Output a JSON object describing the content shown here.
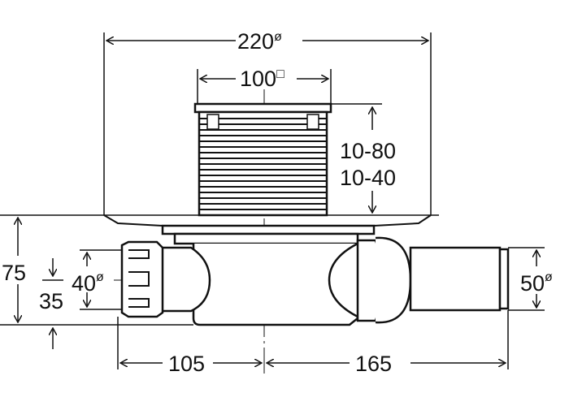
{
  "dimensions": {
    "top_diameter": "220",
    "grate_size": "100",
    "height_range_1": "10-80",
    "height_range_2": "10-40",
    "total_height": "75",
    "outlet_height": "35",
    "left_pipe_diameter": "40",
    "right_pipe_diameter": "50",
    "left_length": "105",
    "right_length": "165"
  },
  "symbols": {
    "diameter": "ø",
    "square": "□"
  },
  "colors": {
    "line": "#111111",
    "fill": "#ffffff",
    "shade": "#d8d8d8"
  }
}
